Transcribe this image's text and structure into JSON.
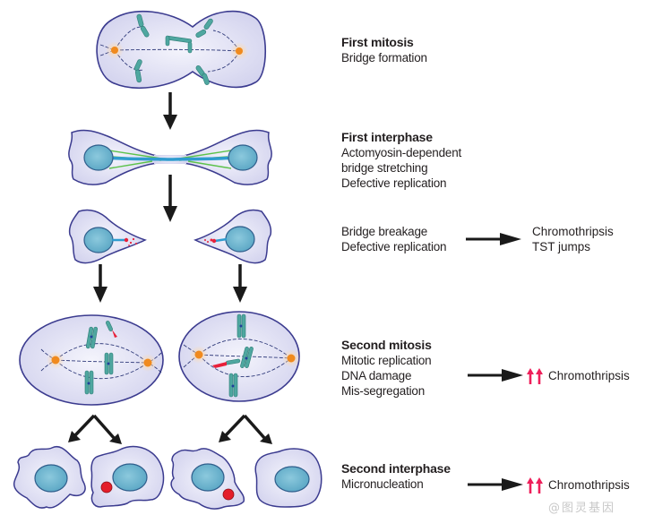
{
  "colors": {
    "cell_fill": "#dcdcf2",
    "cell_stroke": "#3b3b8f",
    "nucleus_fill": "#6fb5cf",
    "nucleus_stroke": "#2f5e8c",
    "chromosome": "#4fa7a0",
    "centromere": "#1f3f9a",
    "centrosome": "#f08a1e",
    "actomyosin": "#5cc24a",
    "bridge": "#2f9ccf",
    "damage": "#e8213a",
    "micronucleus": "#e41e2a",
    "arrow": "#1a1a1a",
    "up_arrow": "#ee1f5a"
  },
  "stages": [
    {
      "id": "first-mitosis",
      "title": "First mitosis",
      "lines": [
        "Bridge formation"
      ]
    },
    {
      "id": "first-interphase",
      "title": "First interphase",
      "lines": [
        "Actomyosin-dependent",
        "bridge stretching",
        "Defective replication"
      ]
    },
    {
      "id": "bridge-breakage",
      "title": "",
      "lines": [
        "Bridge breakage",
        "Defective replication"
      ],
      "outcome": [
        "Chromothripsis",
        "TST jumps"
      ]
    },
    {
      "id": "second-mitosis",
      "title": "Second mitosis",
      "lines": [
        "Mitotic replication",
        "DNA damage",
        "Mis-segregation"
      ],
      "outcome": [
        "Chromothripsis"
      ],
      "outcome_icon": "double-up-arrow-icon"
    },
    {
      "id": "second-interphase",
      "title": "Second interphase",
      "lines": [
        "Micronucleation"
      ],
      "outcome": [
        "Chromothripsis"
      ],
      "outcome_icon": "double-up-arrow-icon"
    }
  ],
  "watermark": "@图灵基因"
}
